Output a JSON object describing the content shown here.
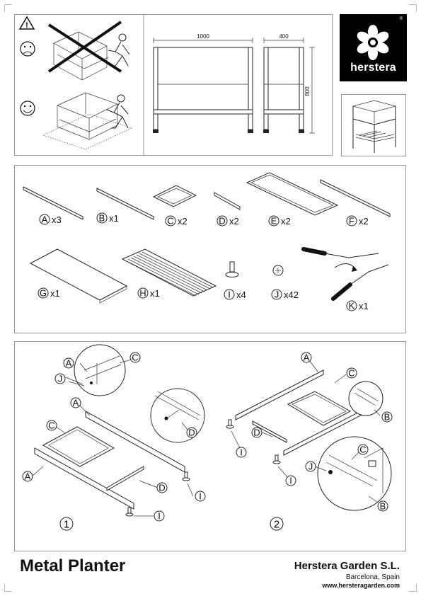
{
  "warning": {
    "symbol": "!",
    "bad_icon": "sad-face-icon",
    "good_icon": "smiley-face-icon"
  },
  "dimensions": {
    "width": "1000",
    "depth": "400",
    "height": "800"
  },
  "logo": {
    "name": "herstera",
    "registered": "®"
  },
  "parts": [
    {
      "letter": "A",
      "qty": "x3"
    },
    {
      "letter": "B",
      "qty": "x1"
    },
    {
      "letter": "C",
      "qty": "x2"
    },
    {
      "letter": "D",
      "qty": "x2"
    },
    {
      "letter": "E",
      "qty": "x2"
    },
    {
      "letter": "F",
      "qty": "x2"
    },
    {
      "letter": "G",
      "qty": "x1"
    },
    {
      "letter": "H",
      "qty": "x1"
    },
    {
      "letter": "I",
      "qty": "x4"
    },
    {
      "letter": "J",
      "qty": "x42"
    },
    {
      "letter": "K",
      "qty": "x1"
    }
  ],
  "steps": {
    "one": {
      "number": "1",
      "labels": [
        "A",
        "C",
        "J",
        "A",
        "C",
        "A",
        "D",
        "D",
        "I",
        "I"
      ]
    },
    "two": {
      "number": "2",
      "labels": [
        "A",
        "C",
        "B",
        "D",
        "I",
        "I",
        "C",
        "J",
        "B"
      ]
    }
  },
  "footer": {
    "title": "Metal Planter",
    "company": "Herstera Garden S.L.",
    "city": "Barcelona, Spain",
    "website": "www.hersteragarden.com"
  }
}
